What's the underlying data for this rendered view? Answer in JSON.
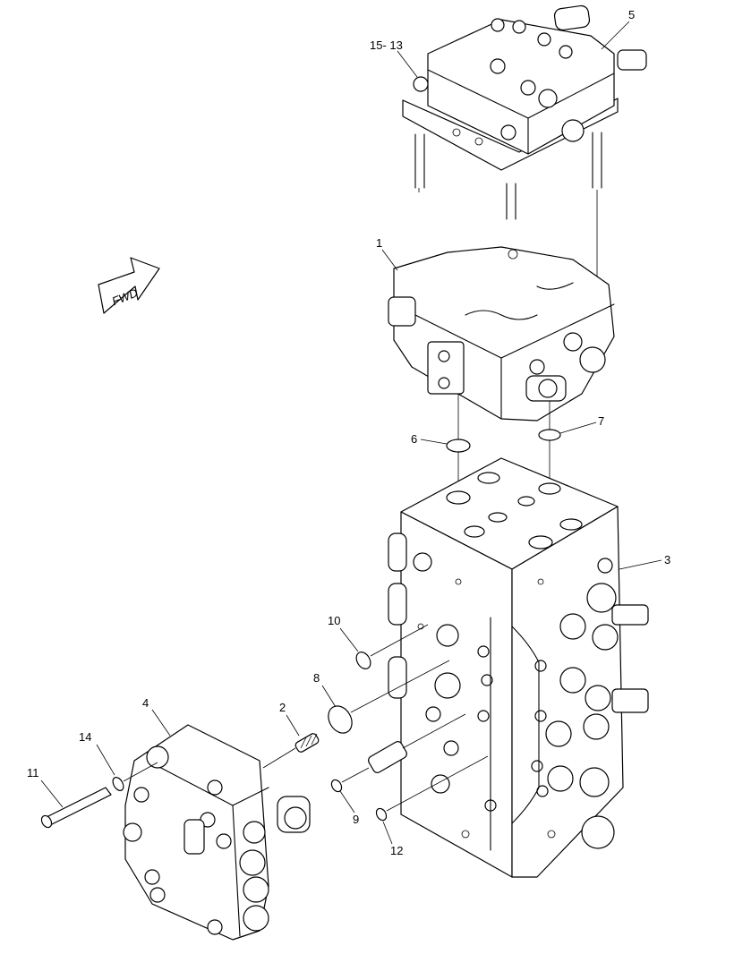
{
  "fwd_label": "FWD",
  "callouts": [
    {
      "id": "c5",
      "text": "5"
    },
    {
      "id": "c15_13",
      "text": "15- 13"
    },
    {
      "id": "c1",
      "text": "1"
    },
    {
      "id": "c6",
      "text": "6"
    },
    {
      "id": "c7",
      "text": "7"
    },
    {
      "id": "c3",
      "text": "3"
    },
    {
      "id": "c10",
      "text": "10"
    },
    {
      "id": "c8",
      "text": "8"
    },
    {
      "id": "c2",
      "text": "2"
    },
    {
      "id": "c4",
      "text": "4"
    },
    {
      "id": "c14",
      "text": "14"
    },
    {
      "id": "c11",
      "text": "11"
    },
    {
      "id": "c9",
      "text": "9"
    },
    {
      "id": "c12",
      "text": "12"
    }
  ]
}
